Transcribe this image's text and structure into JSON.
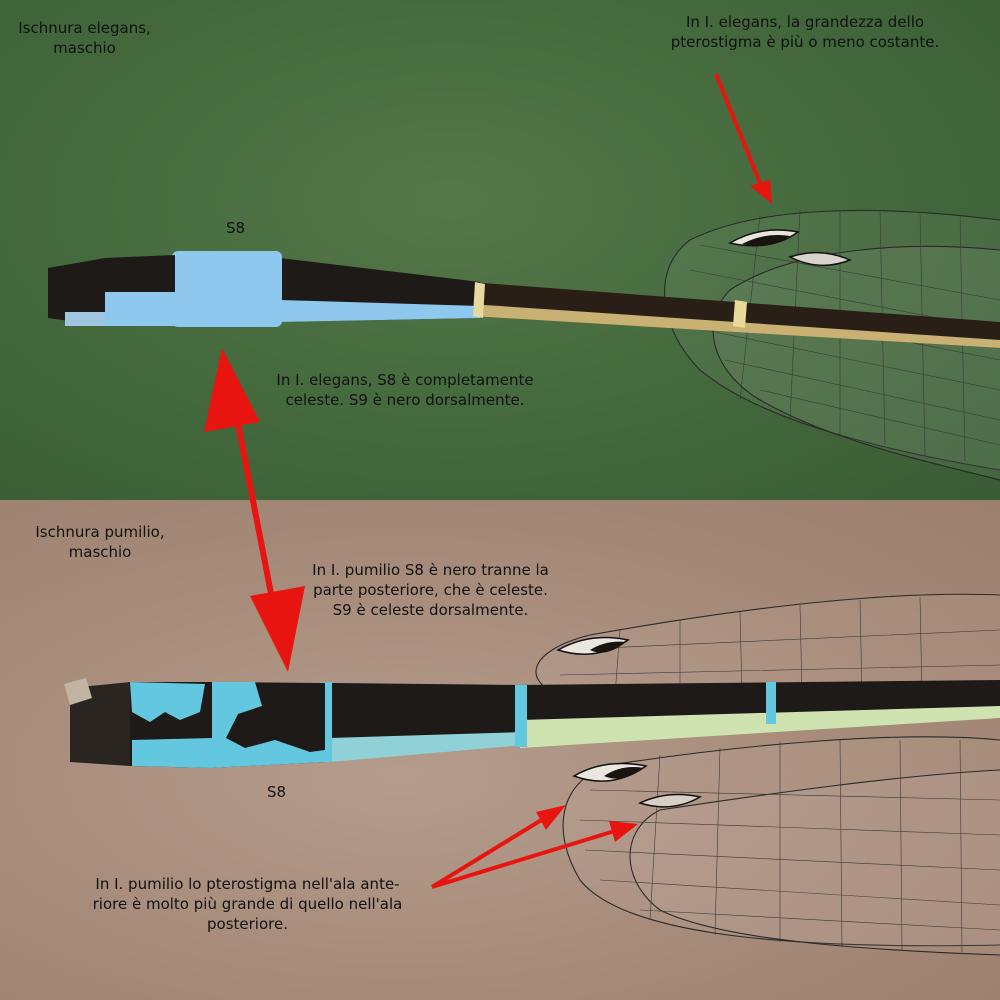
{
  "top": {
    "species_label": "Ischnura elegans,\nmaschio",
    "pterostigma_note": "In I. elegans, la grandezza dello\npterostigma è più o meno costante.",
    "segment_label": "S8",
    "s8_note": "In I. elegans, S8 è completamente\nceleste. S9 è nero dorsalmente."
  },
  "bottom": {
    "species_label": "Ischnura pumilio,\nmaschio",
    "s8_note": "In I. pumilio S8 è nero tranne la\nparte posteriore, che è celeste.\nS9 è celeste dorsalmente.",
    "segment_label": "S8",
    "pterostigma_note": "In I. pumilio lo pterostigma nell'ala ante-\nriore è molto più grande di quello nell'ala\nposteriore."
  },
  "colors": {
    "arrow": "#e8140f",
    "abdomen_blue": "#8ec8ee",
    "pumilio_blue": "#63c7df",
    "abdomen_black": "#1d1a17"
  }
}
